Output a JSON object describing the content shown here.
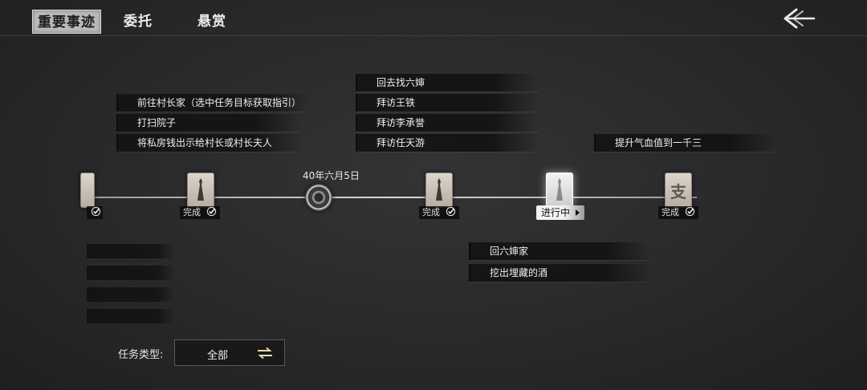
{
  "tabs": [
    {
      "label": "重要事迹",
      "active": true
    },
    {
      "label": "委托",
      "active": false
    },
    {
      "label": "悬赏",
      "active": false
    }
  ],
  "back_icon": "arrow-left-icon",
  "tasks": {
    "group_a": [
      "前往村长家（选中任务目标获取指引）",
      "打扫院子",
      "将私房钱出示给村长或村长夫人"
    ],
    "group_b": [
      "回去找六婶",
      "拜访王铁",
      "拜访李承誉",
      "拜访任天游"
    ],
    "group_c": [
      "提升气血值到一千三"
    ],
    "group_d": [
      "回六婶家",
      "挖出埋藏的酒"
    ]
  },
  "timeline": {
    "date": "40年六月5日",
    "done_label": "完成",
    "current_label": "进行中",
    "node_seal_char": "支"
  },
  "filter": {
    "label": "任务类型:",
    "value": "全部",
    "icon": "swap-icon"
  },
  "colors": {
    "background": "#2b2b2d",
    "active_tab": "#b9b9b9",
    "task_bar": "#141416",
    "text": "#f0f0f0"
  }
}
